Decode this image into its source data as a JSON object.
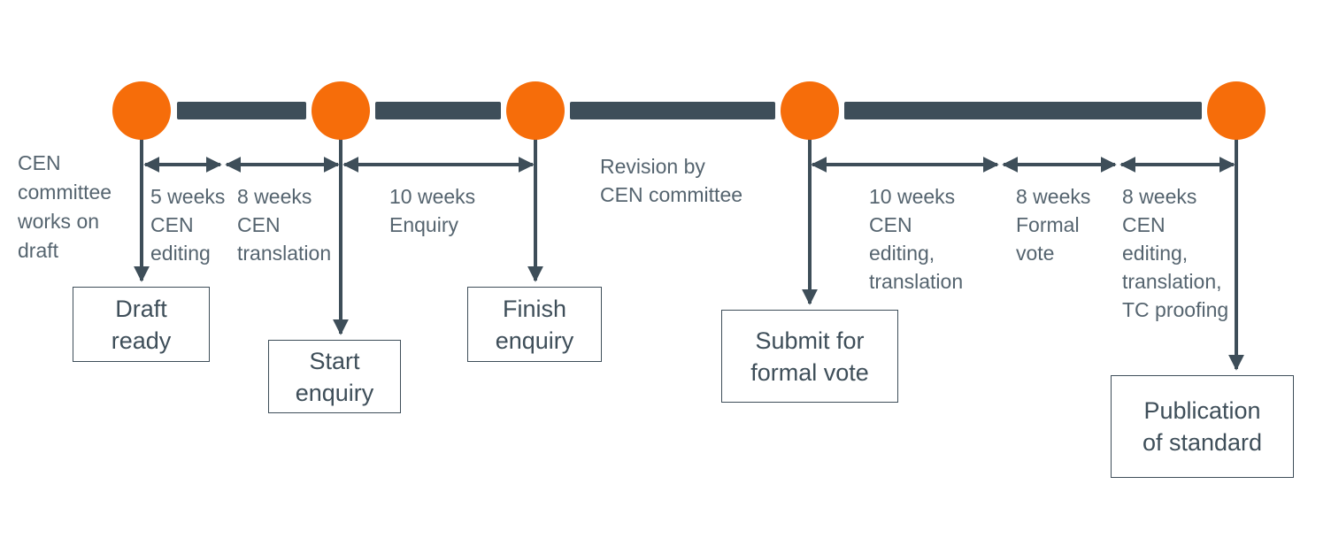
{
  "colors": {
    "accent": "#F66D0A",
    "slate": "#3E4E59",
    "annotation": "#55646F"
  },
  "timeline": {
    "milestones": [
      {
        "label": "Draft\nready"
      },
      {
        "label": "Start\nenquiry"
      },
      {
        "label": "Finish\nenquiry"
      },
      {
        "label": "Submit for\nformal vote"
      },
      {
        "label": "Publication\nof standard"
      }
    ],
    "durations": [
      {
        "label": "5 weeks\nCEN\nediting"
      },
      {
        "label": "8 weeks\nCEN\ntranslation"
      },
      {
        "label": "10 weeks\nEnquiry"
      },
      {
        "label": "10 weeks\nCEN\nediting,\ntranslation"
      },
      {
        "label": "8 weeks\nFormal\nvote"
      },
      {
        "label": "8 weeks\nCEN\nediting,\ntranslation,\nTC proofing"
      }
    ],
    "notes": {
      "side": "CEN\ncommittee\nworks on\ndraft",
      "revision": "Revision by\nCEN committee"
    }
  }
}
